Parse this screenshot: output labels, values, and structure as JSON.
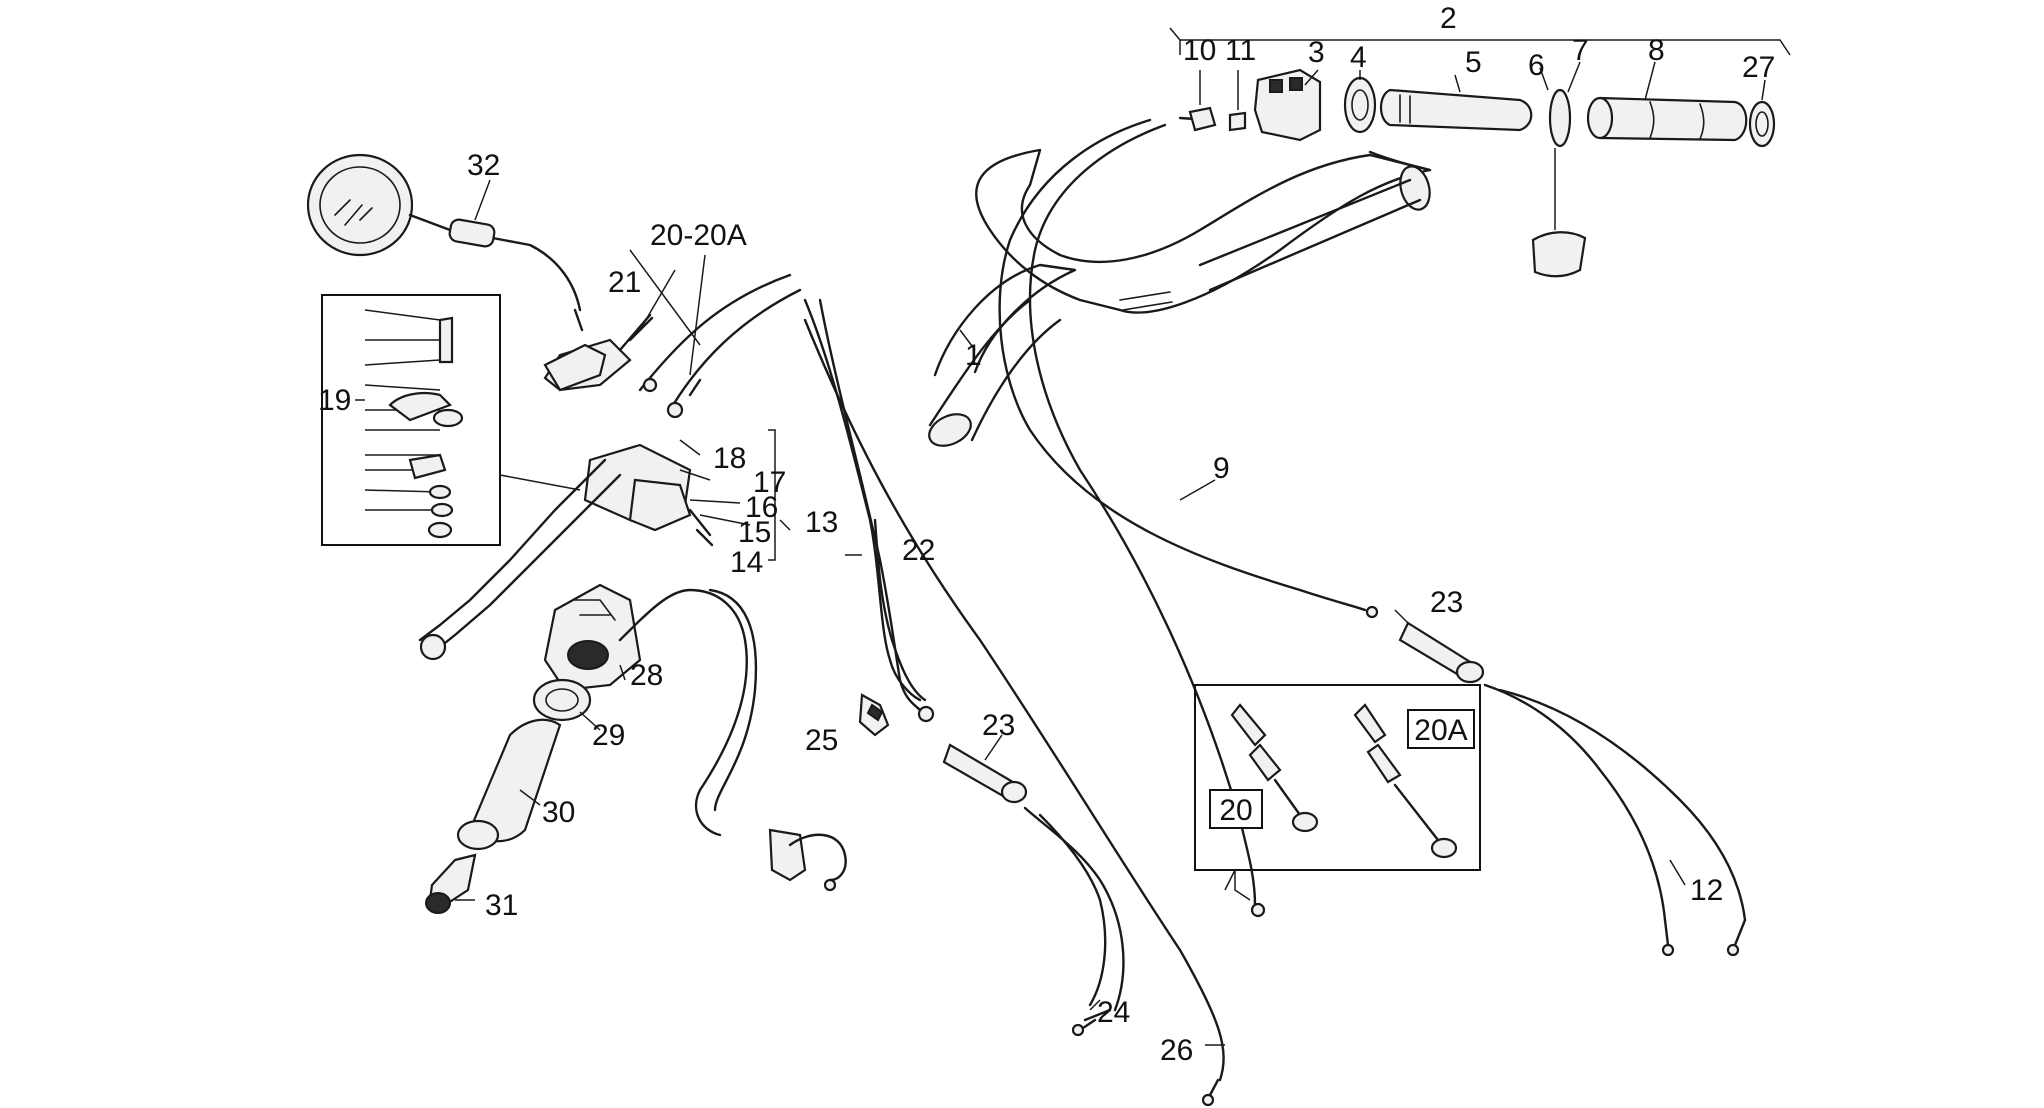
{
  "diagram": {
    "callouts": {
      "c1": "1",
      "c2": "2",
      "c3": "3",
      "c4": "4",
      "c5": "5",
      "c6": "6",
      "c7": "7",
      "c8": "8",
      "c9": "9",
      "c10": "10",
      "c11": "11",
      "c12": "12",
      "c13": "13",
      "c14": "14",
      "c15": "15",
      "c16": "16",
      "c17": "17",
      "c18": "18",
      "c19": "19",
      "c20_20a": "20-20A",
      "c21": "21",
      "c22": "22",
      "c23a": "23",
      "c23b": "23",
      "c24": "24",
      "c25": "25",
      "c26": "26",
      "c27": "27",
      "c28": "28",
      "c29": "29",
      "c30": "30",
      "c31": "31",
      "c32": "32"
    },
    "inset_labels": {
      "variant_20": "20",
      "variant_20a": "20A"
    }
  }
}
